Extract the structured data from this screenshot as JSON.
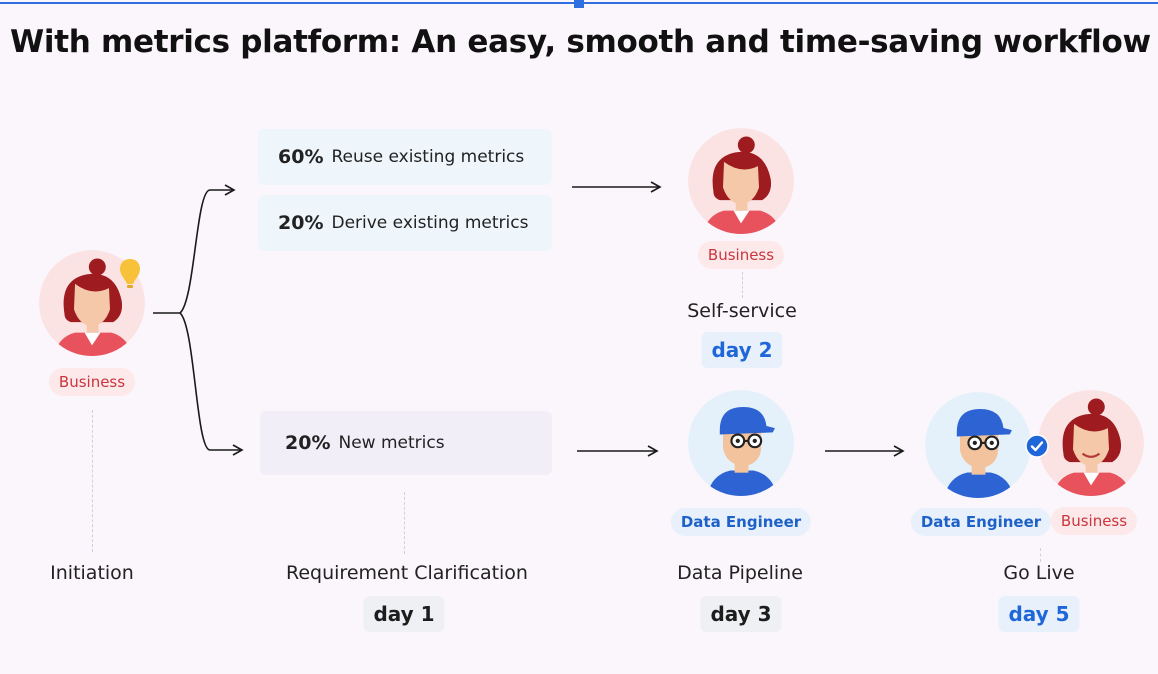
{
  "title": "With metrics platform: An easy, smooth and time-saving workflow",
  "options": [
    {
      "percent": "60%",
      "label": "Reuse existing metrics"
    },
    {
      "percent": "20%",
      "label": "Derive existing metrics"
    },
    {
      "percent": "20%",
      "label": "New metrics"
    }
  ],
  "roles": {
    "business": "Business",
    "data_engineer": "Data Engineer"
  },
  "stages": {
    "initiation": "Initiation",
    "requirement": "Requirement Clarification",
    "self_service": "Self-service",
    "pipeline": "Data Pipeline",
    "go_live": "Go Live"
  },
  "days": {
    "requirement": "day 1",
    "self_service": "day 2",
    "pipeline": "day 3",
    "go_live": "day 5"
  },
  "colors": {
    "accent_blue": "#1f66d9",
    "business_red": "#c9363d",
    "title_line": "#2f6fe0"
  },
  "icons": [
    "lightbulb-icon",
    "check-badge-icon",
    "business-avatar",
    "engineer-avatar"
  ]
}
